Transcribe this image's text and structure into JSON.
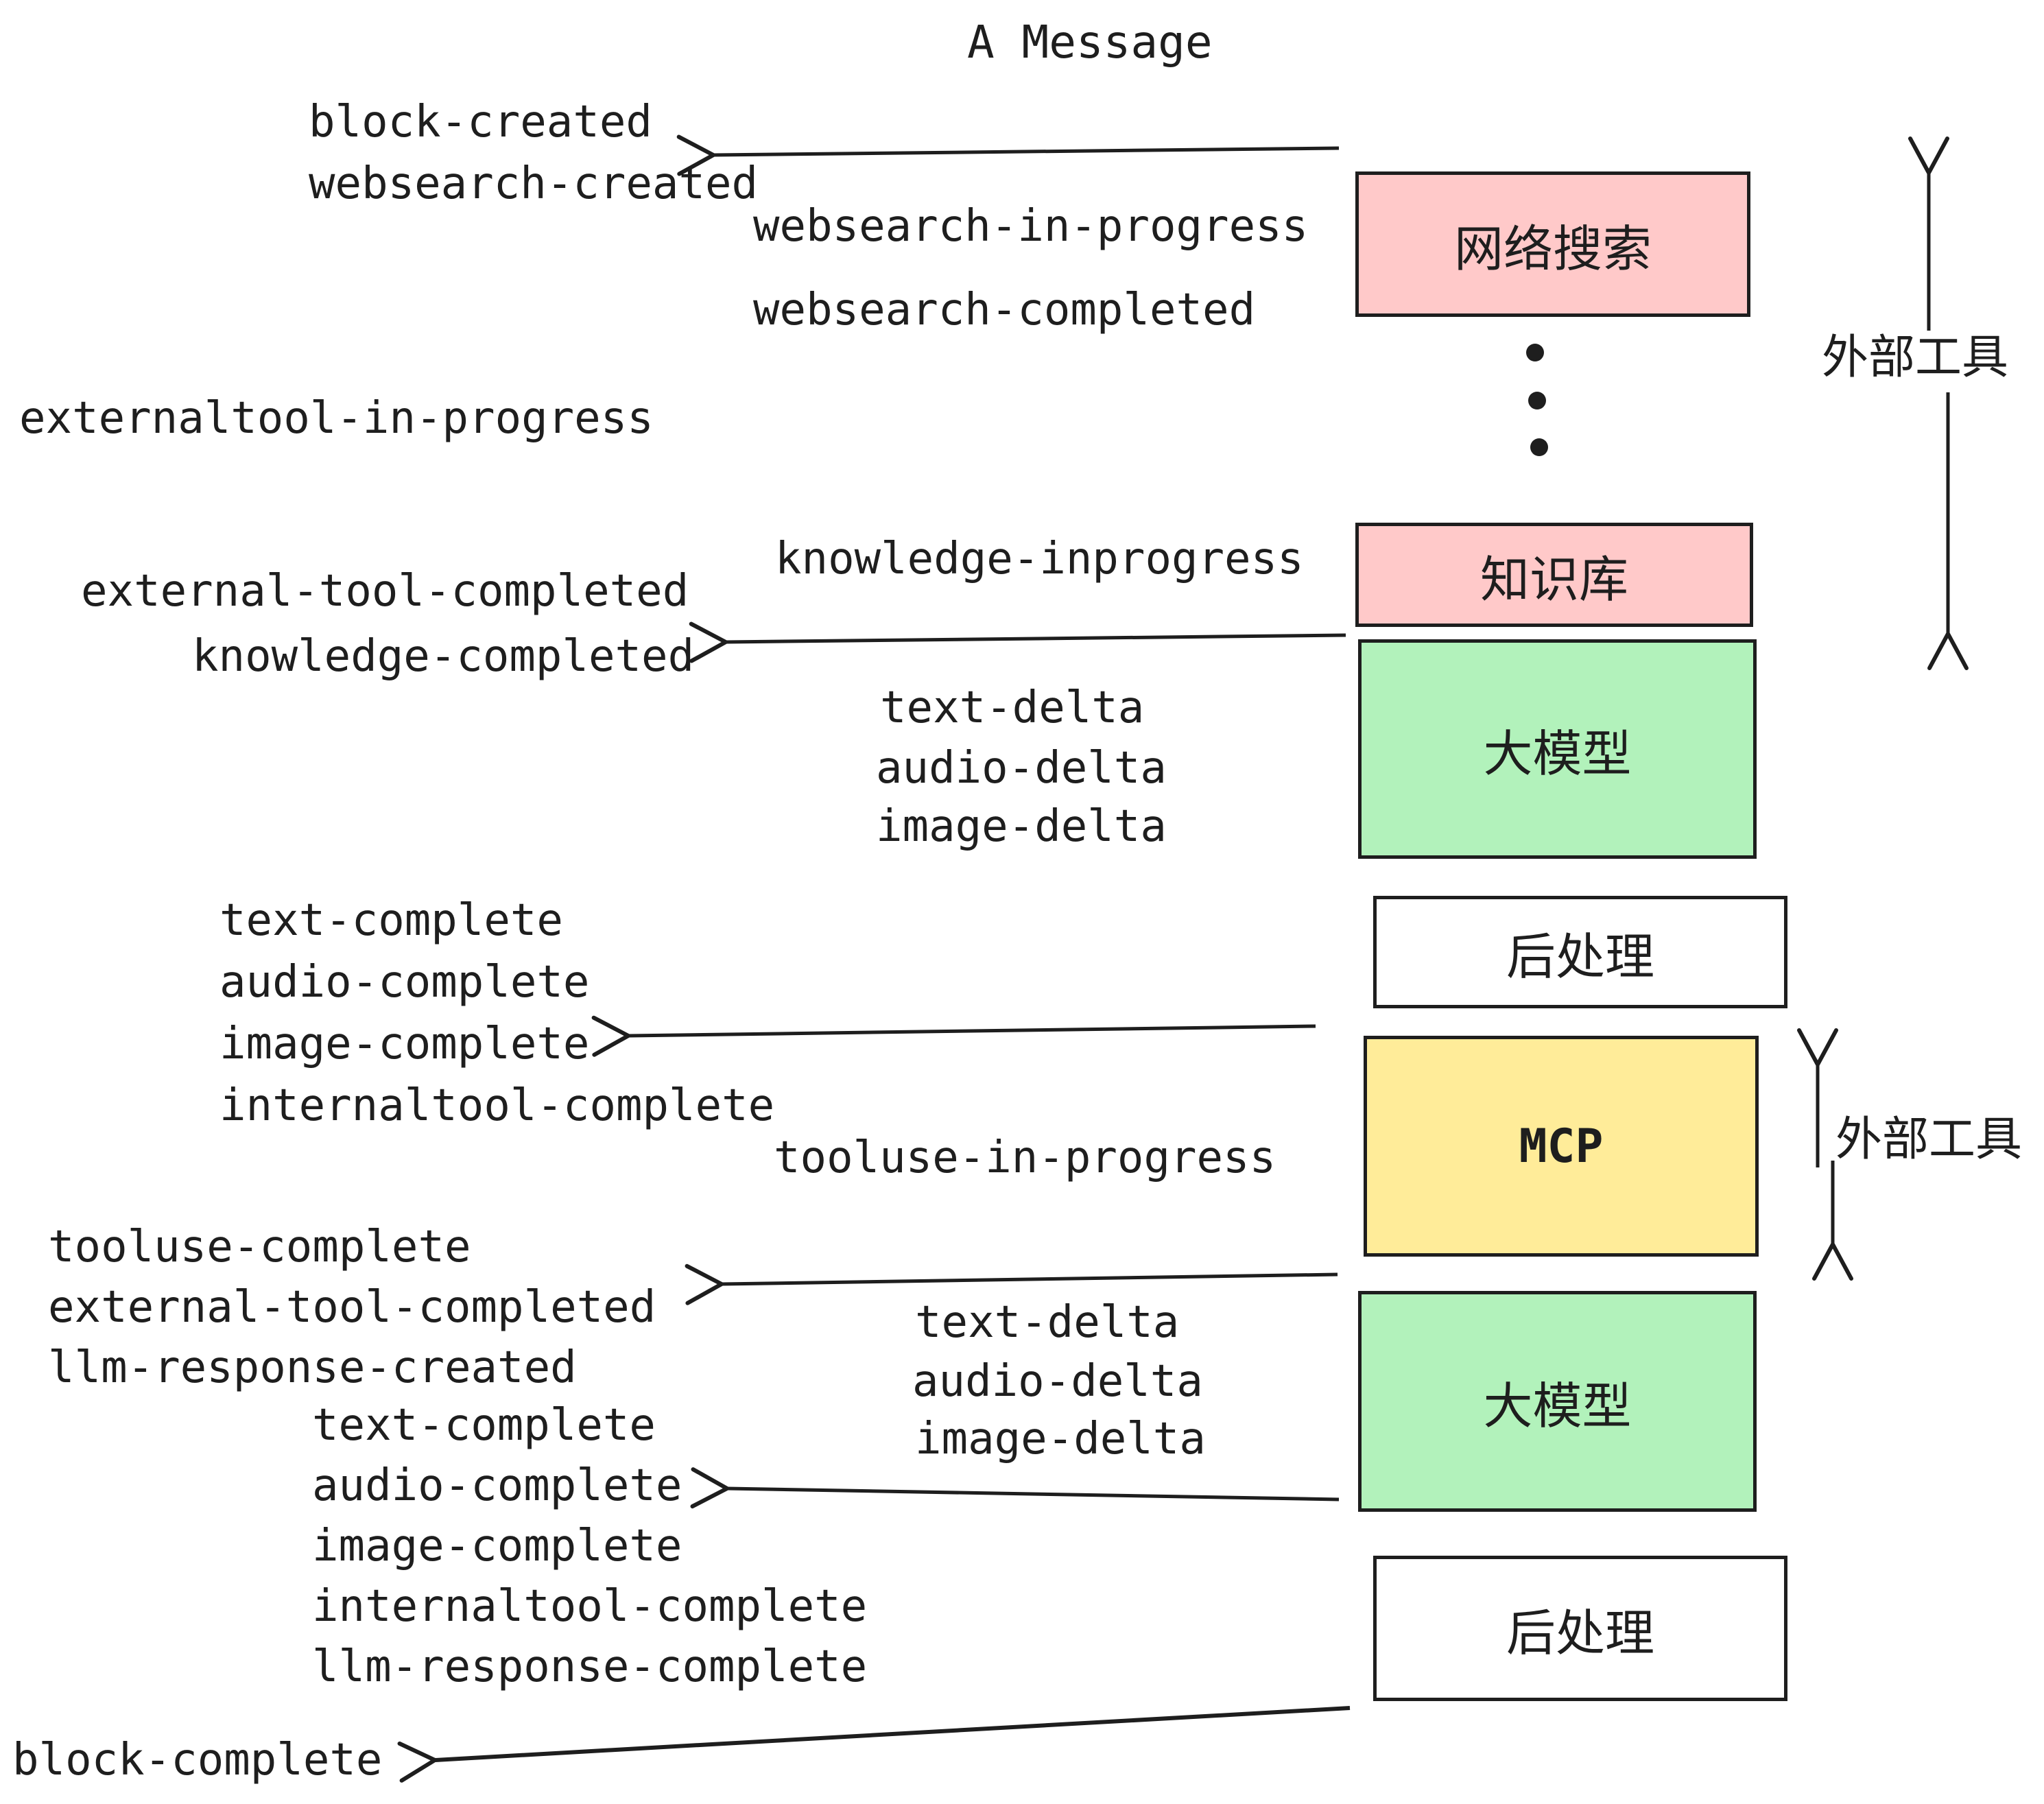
{
  "title": "A Message",
  "colors": {
    "box_pink": "#ffc9c9",
    "box_green": "#b2f2bb",
    "box_yellow": "#ffec99",
    "box_white": "#ffffff",
    "stroke": "#1e1e1e"
  },
  "boxes": {
    "websearch": {
      "label": "网络搜索"
    },
    "knowledge": {
      "label": "知识库"
    },
    "llm1": {
      "label": "大模型"
    },
    "post1": {
      "label": "后处理"
    },
    "mcp": {
      "label": "MCP"
    },
    "llm2": {
      "label": "大模型"
    },
    "post2": {
      "label": "后处理"
    }
  },
  "annotations": {
    "external_tools_top": "外部工具",
    "external_tools_mid": "外部工具"
  },
  "events": {
    "block_created": "block-created",
    "websearch_created": "websearch-created",
    "websearch_in_progress": "websearch-in-progress",
    "websearch_completed": "websearch-completed",
    "externaltool_in_progress": "externaltool-in-progress",
    "knowledge_inprogress": "knowledge-inprogress",
    "external_tool_completed_1": "external-tool-completed",
    "knowledge_completed": "knowledge-completed",
    "text_delta_1": "text-delta",
    "audio_delta_1": "audio-delta",
    "image_delta_1": "image-delta",
    "text_complete_1": "text-complete",
    "audio_complete_1": "audio-complete",
    "image_complete_1": "image-complete",
    "internaltool_complete_1": "internaltool-complete",
    "tooluse_in_progress": "tooluse-in-progress",
    "tooluse_complete": "tooluse-complete",
    "external_tool_completed_2": "external-tool-completed",
    "llm_response_created": "llm-response-created",
    "text_delta_2": "text-delta",
    "audio_delta_2": "audio-delta",
    "image_delta_2": "image-delta",
    "text_complete_2": "text-complete",
    "audio_complete_2": "audio-complete",
    "image_complete_2": "image-complete",
    "internaltool_complete_2": "internaltool-complete",
    "llm_response_complete": "llm-response-complete",
    "block_complete": "block-complete"
  }
}
